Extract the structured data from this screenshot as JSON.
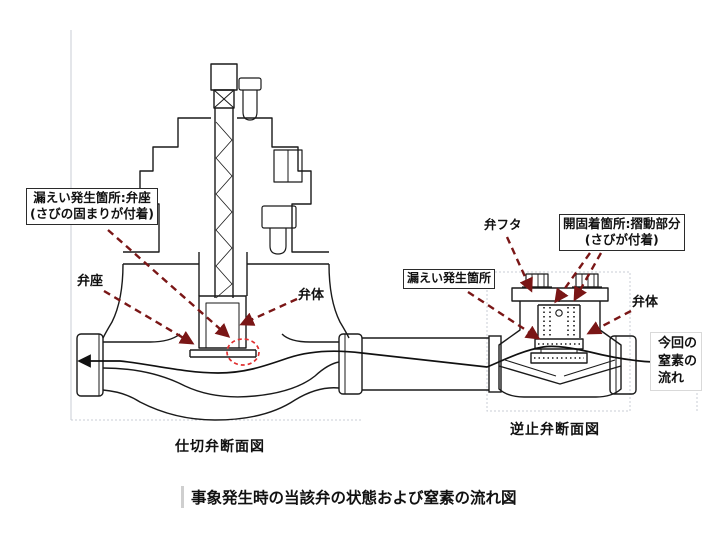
{
  "title": {
    "text": "事象発生時の当該弁の状態および窒素の流れ図"
  },
  "captions": {
    "gate_valve": "仕切弁断面図",
    "check_valve": "逆止弁断面図"
  },
  "gate_valve": {
    "leak_callout_line1": "漏えい発生箇所:弁座",
    "leak_callout_line2": "(さびの固まりが付着)",
    "seat_label": "弁座",
    "disc_label": "弁体"
  },
  "check_valve": {
    "bonnet_label": "弁フタ",
    "leak_callout": "漏えい発生箇所",
    "stuck_callout_line1": "開固着箇所:摺動部分",
    "stuck_callout_line2": "(さびが付着)",
    "disc_label": "弁体",
    "flow_label_line1": "今回の",
    "flow_label_line2": "窒素の",
    "flow_label_line3": "流れ"
  },
  "colors": {
    "line": "#1a1a1a",
    "annotation_arrow": "#7a1616",
    "leak_circle": "#e03030",
    "faint_guide": "#c9ced6"
  }
}
